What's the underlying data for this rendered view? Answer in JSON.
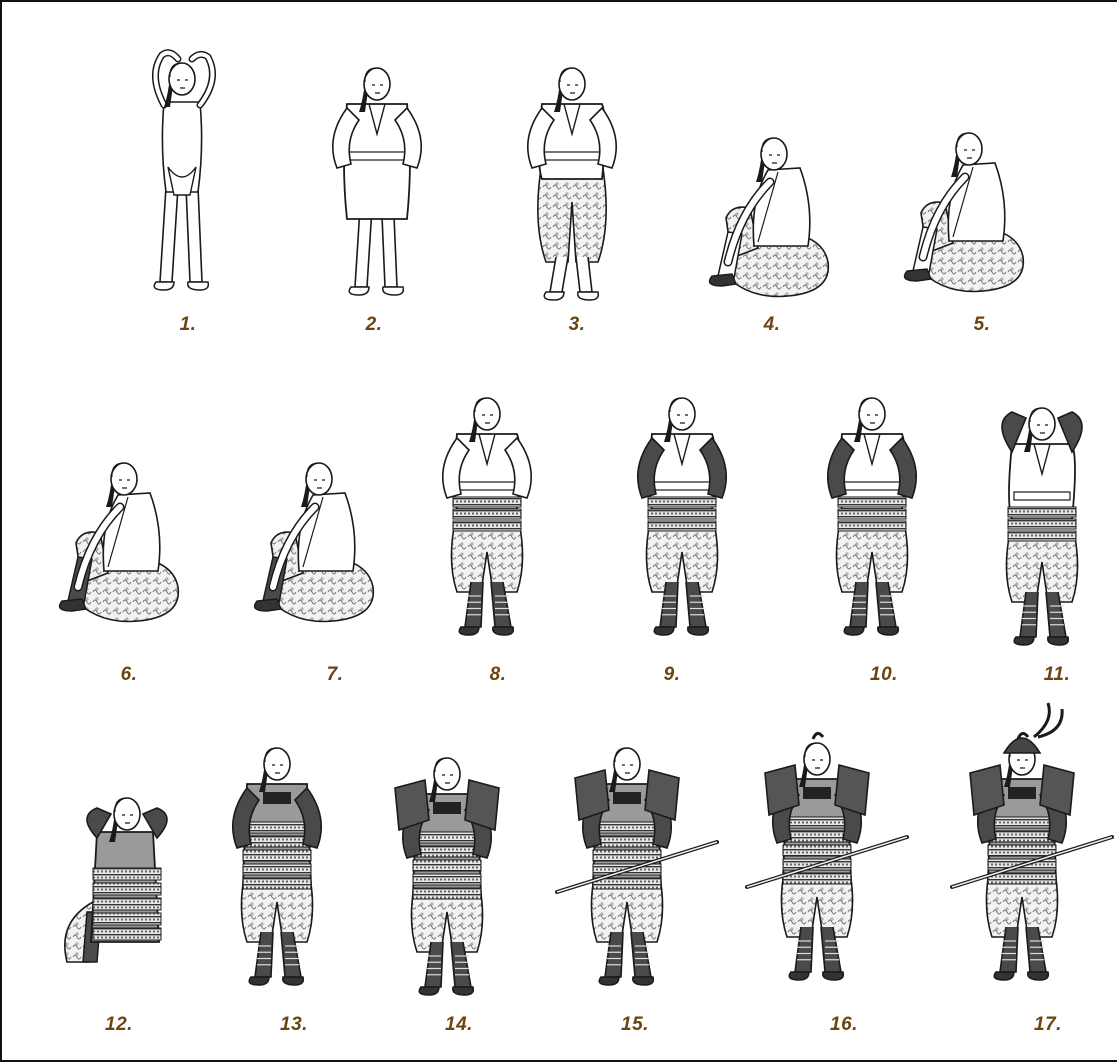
{
  "colors": {
    "label": "#6b4410",
    "ink": "#1a1a1a",
    "armor_dark": "#4a4a4a",
    "armor_mid": "#9a9a9a",
    "cloth": "#ffffff",
    "pattern": "#cfcfcf"
  },
  "stages": [
    {
      "label": "1.",
      "state": "nude"
    },
    {
      "label": "2.",
      "state": "robe"
    },
    {
      "label": "3.",
      "state": "trousers"
    },
    {
      "label": "4.",
      "state": "seated-sock"
    },
    {
      "label": "5.",
      "state": "seated-sock"
    },
    {
      "label": "6.",
      "state": "seated-shinguard"
    },
    {
      "label": "7.",
      "state": "seated-shinguard"
    },
    {
      "label": "8.",
      "state": "thigh-guard"
    },
    {
      "label": "9.",
      "state": "sleeve"
    },
    {
      "label": "10.",
      "state": "sleeve"
    },
    {
      "label": "11.",
      "state": "shoulders"
    },
    {
      "label": "12.",
      "state": "kneeling-cuirass"
    },
    {
      "label": "13.",
      "state": "cuirass"
    },
    {
      "label": "14.",
      "state": "pauldrons"
    },
    {
      "label": "15.",
      "state": "swords"
    },
    {
      "label": "16.",
      "state": "neck-guard"
    },
    {
      "label": "17.",
      "state": "helmet"
    }
  ]
}
